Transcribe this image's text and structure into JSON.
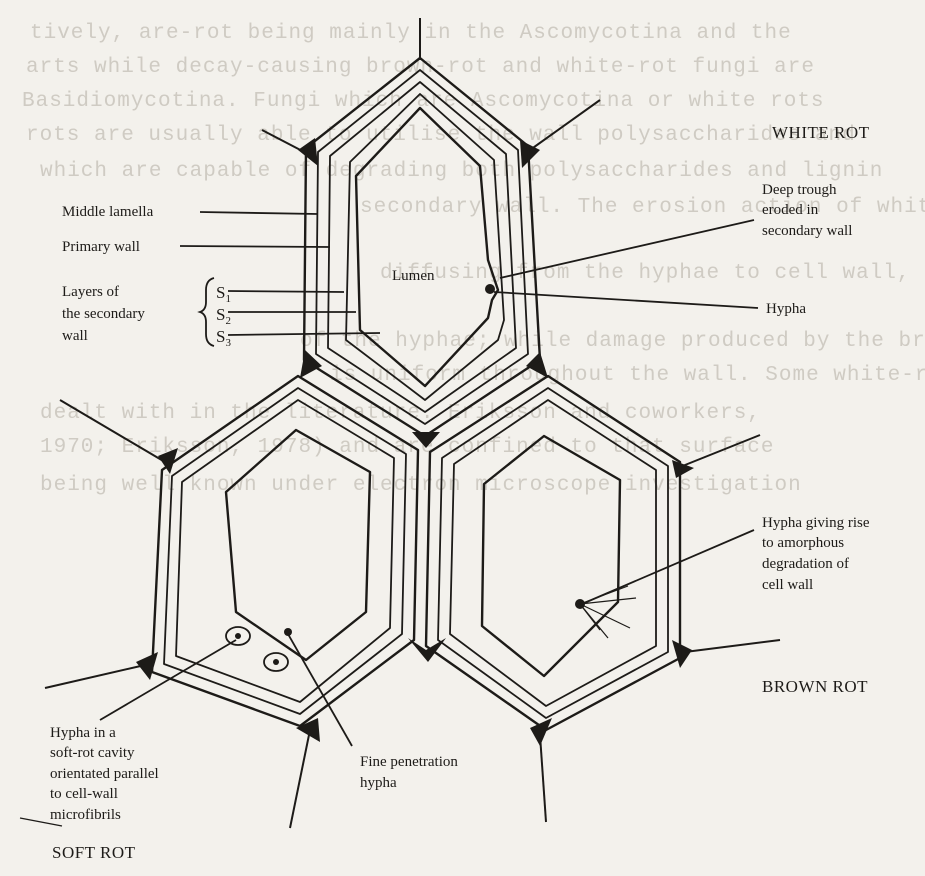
{
  "sections": {
    "white_rot": "WHITE ROT",
    "brown_rot": "BROWN ROT",
    "soft_rot": "SOFT ROT"
  },
  "labels": {
    "middle_lamella": "Middle lamella",
    "primary_wall": "Primary wall",
    "layers_line1": "Layers of",
    "layers_line2": "the secondary",
    "layers_line3": "wall",
    "s1": "S",
    "s1_sub": "1",
    "s2": "S",
    "s2_sub": "2",
    "s3": "S",
    "s3_sub": "3",
    "lumen": "Lumen",
    "deep_trough_line1": "Deep trough",
    "deep_trough_line2": "eroded in",
    "deep_trough_line3": "secondary wall",
    "hypha": "Hypha",
    "hypha_giving_line1": "Hypha giving rise",
    "hypha_giving_line2": "to amorphous",
    "hypha_giving_line3": "degradation of",
    "hypha_giving_line4": "cell wall",
    "hypha_soft_line1": "Hypha in a",
    "hypha_soft_line2": "soft-rot cavity",
    "hypha_soft_line3": "orientated parallel",
    "hypha_soft_line4": "to cell-wall",
    "hypha_soft_line5": "microfibrils",
    "fine_pen_line1": "Fine penetration",
    "fine_pen_line2": "hypha"
  },
  "background_text": {
    "line1": "tively, are-rot being mainly in the Ascomycotina and the",
    "line2": "arts while decay-causing brown-rot and white-rot fungi are",
    "line3": "Basidiomycotina. Fungi which are Ascomycotina or white rots",
    "line4": "rots are usually able to utilise the wall polysaccharides and",
    "line5": "which are capable of degrading both polysaccharides and lignin",
    "line6": "secondary wall. The erosion action of white-rot",
    "line7": "diffusing from the hyphae to cell wall, layers in the lumen",
    "line8": "of the hyphae; while damage produced by the brown-rot",
    "line9": "is uniform throughout the wall. Some white-rots are",
    "line10": "dealt with in the literature. Eriksson and coworkers,",
    "line11": "1970; Eriksson, 1978) and are confined to that surface",
    "line12": "being well known under electron microscope investigation"
  }
}
